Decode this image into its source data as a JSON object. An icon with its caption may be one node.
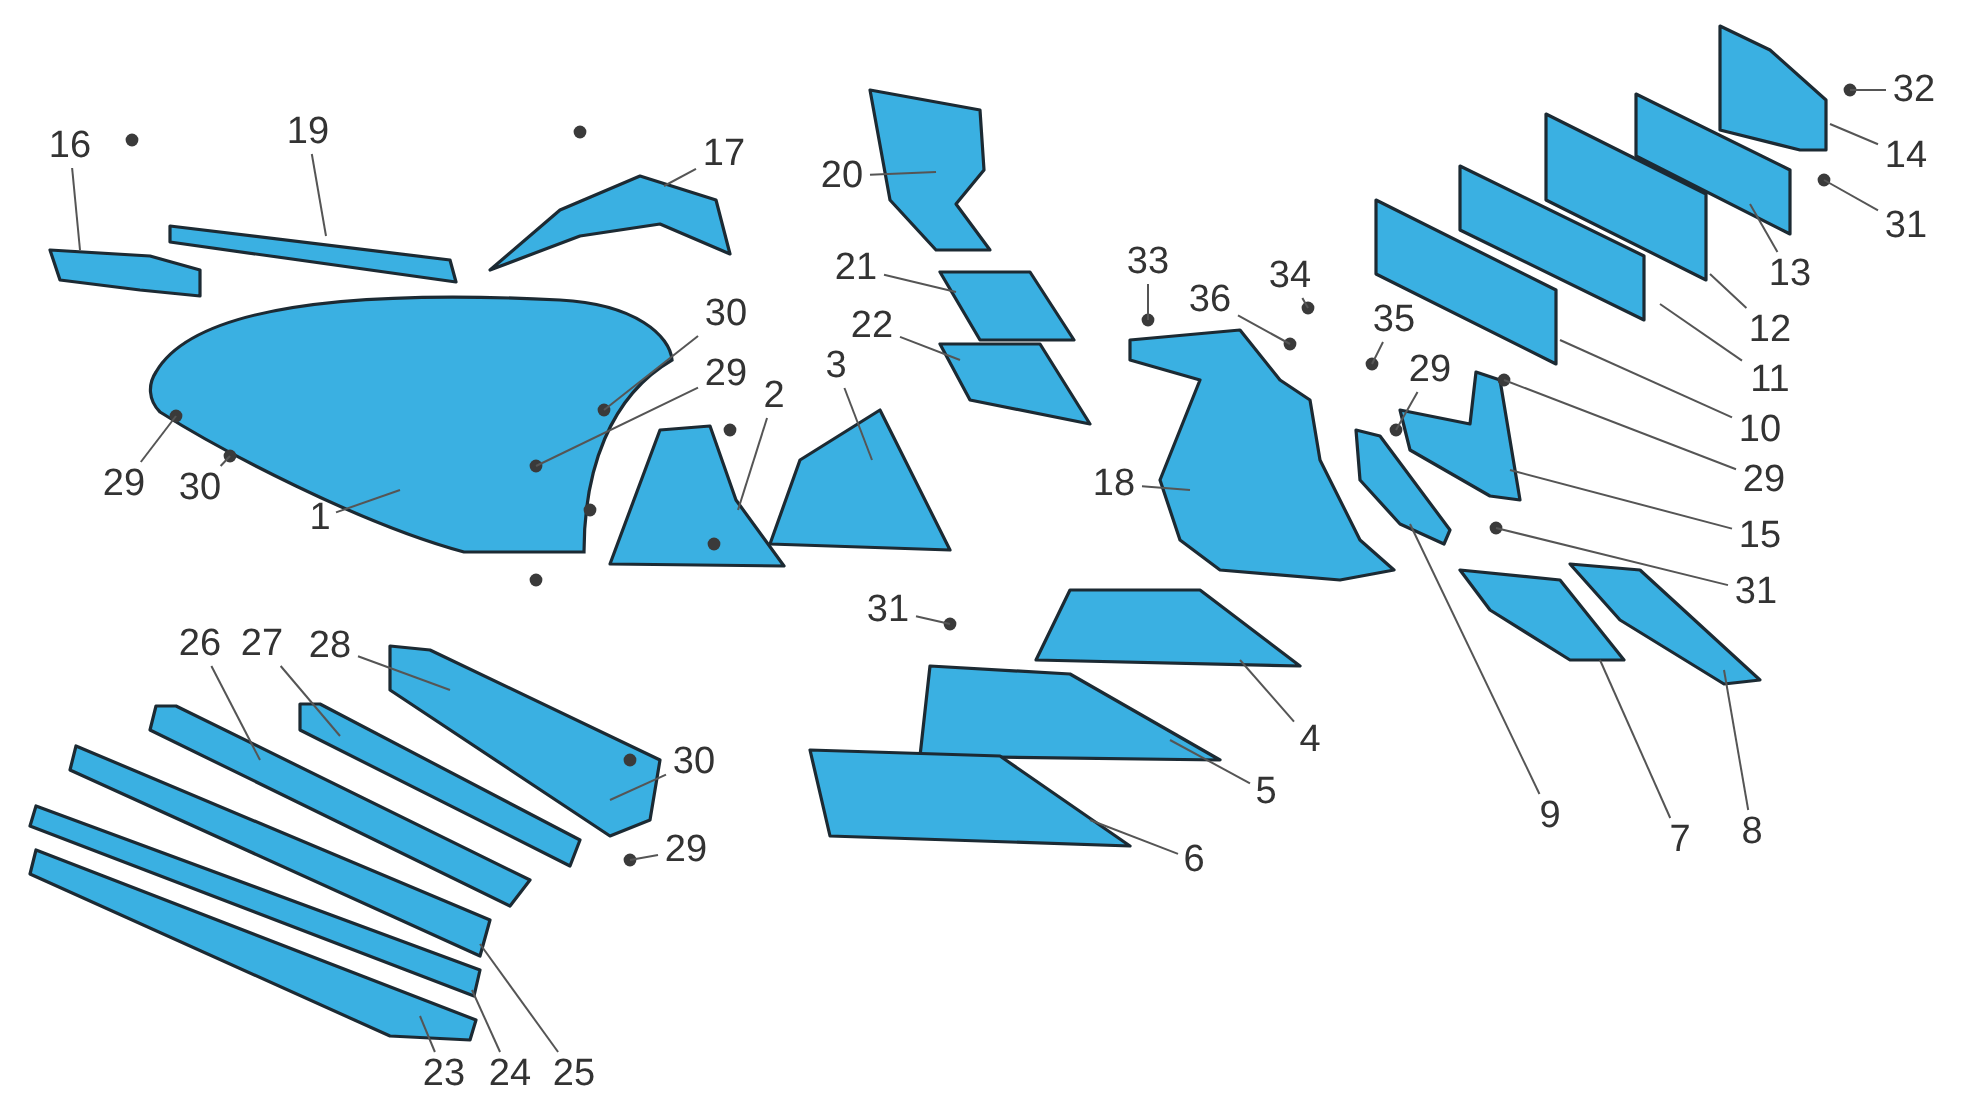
{
  "diagram": {
    "nodes": [
      {
        "text": [
          "32"
        ]
      },
      {
        "text": [
          "19"
        ]
      },
      {
        "text": [
          "16"
        ]
      },
      {
        "text": [
          "17"
        ]
      },
      {
        "text": [
          "14"
        ]
      },
      {
        "text": [
          "20"
        ]
      },
      {
        "text": [
          "31"
        ]
      },
      {
        "text": [
          "33"
        ]
      },
      {
        "text": [
          "21"
        ]
      },
      {
        "text": [
          "13"
        ]
      },
      {
        "text": [
          "34"
        ]
      },
      {
        "text": [
          "30"
        ]
      },
      {
        "text": [
          "36"
        ]
      },
      {
        "text": [
          "22"
        ]
      },
      {
        "text": [
          "35"
        ]
      },
      {
        "text": [
          "29"
        ]
      },
      {
        "text": [
          "12"
        ]
      },
      {
        "text": [
          "29"
        ]
      },
      {
        "text": [
          "3"
        ]
      },
      {
        "text": [
          "2"
        ]
      },
      {
        "text": [
          "11"
        ]
      },
      {
        "text": [
          "10"
        ]
      },
      {
        "text": [
          "29"
        ]
      },
      {
        "text": [
          "18"
        ]
      },
      {
        "text": [
          "29"
        ]
      },
      {
        "text": [
          "30"
        ]
      },
      {
        "text": [
          "1"
        ]
      },
      {
        "text": [
          "15"
        ]
      },
      {
        "text": [
          "31"
        ]
      },
      {
        "text": [
          "31"
        ]
      },
      {
        "text": [
          "28"
        ]
      },
      {
        "text": [
          "26"
        ]
      },
      {
        "text": [
          "27"
        ]
      },
      {
        "text": [
          "4"
        ]
      },
      {
        "text": [
          "30"
        ]
      },
      {
        "text": [
          "5"
        ]
      },
      {
        "text": [
          "29"
        ]
      },
      {
        "text": [
          "6"
        ]
      },
      {
        "text": [
          "9"
        ]
      },
      {
        "text": [
          "7"
        ]
      },
      {
        "text": [
          "8"
        ]
      },
      {
        "text": [
          "23"
        ]
      },
      {
        "text": [
          "24"
        ]
      },
      {
        "text": [
          "25"
        ]
      }
    ],
    "edges": [
      {
        "from": 0,
        "to": null,
        "arrow": "none"
      },
      {
        "from": 1,
        "to": null,
        "arrow": "none"
      },
      {
        "from": 2,
        "to": null,
        "arrow": "none"
      },
      {
        "from": 3,
        "to": null,
        "arrow": "none"
      },
      {
        "from": 4,
        "to": null,
        "arrow": "none"
      },
      {
        "from": 5,
        "to": null,
        "arrow": "none"
      },
      {
        "from": 6,
        "to": null,
        "arrow": "none"
      },
      {
        "from": 7,
        "to": null,
        "arrow": "none"
      },
      {
        "from": 8,
        "to": null,
        "arrow": "none"
      },
      {
        "from": 9,
        "to": null,
        "arrow": "none"
      },
      {
        "from": 10,
        "to": null,
        "arrow": "none"
      },
      {
        "from": 11,
        "to": null,
        "arrow": "none"
      },
      {
        "from": 12,
        "to": null,
        "arrow": "none"
      },
      {
        "from": 13,
        "to": null,
        "arrow": "none"
      },
      {
        "from": 14,
        "to": null,
        "arrow": "none"
      },
      {
        "from": 15,
        "to": null,
        "arrow": "none"
      },
      {
        "from": 16,
        "to": null,
        "arrow": "none"
      },
      {
        "from": 17,
        "to": null,
        "arrow": "none"
      },
      {
        "from": 18,
        "to": null,
        "arrow": "none"
      },
      {
        "from": 19,
        "to": null,
        "arrow": "none"
      },
      {
        "from": 20,
        "to": null,
        "arrow": "none"
      },
      {
        "from": 21,
        "to": null,
        "arrow": "none"
      },
      {
        "from": 22,
        "to": null,
        "arrow": "none"
      },
      {
        "from": 23,
        "to": null,
        "arrow": "none"
      },
      {
        "from": 24,
        "to": null,
        "arrow": "none"
      },
      {
        "from": 25,
        "to": null,
        "arrow": "none"
      },
      {
        "from": 26,
        "to": null,
        "arrow": "none"
      },
      {
        "from": 27,
        "to": null,
        "arrow": "none"
      },
      {
        "from": 28,
        "to": null,
        "arrow": "none"
      },
      {
        "from": 29,
        "to": null,
        "arrow": "none"
      },
      {
        "from": 30,
        "to": null,
        "arrow": "none"
      },
      {
        "from": 31,
        "to": null,
        "arrow": "none"
      },
      {
        "from": 32,
        "to": null,
        "arrow": "none"
      },
      {
        "from": 33,
        "to": null,
        "arrow": "none"
      },
      {
        "from": 34,
        "to": null,
        "arrow": "none"
      },
      {
        "from": 35,
        "to": null,
        "arrow": "none"
      },
      {
        "from": 36,
        "to": null,
        "arrow": "none"
      },
      {
        "from": 37,
        "to": null,
        "arrow": "none"
      },
      {
        "from": 38,
        "to": null,
        "arrow": "none"
      },
      {
        "from": 39,
        "to": null,
        "arrow": "none"
      },
      {
        "from": 40,
        "to": null,
        "arrow": "none"
      },
      {
        "from": 41,
        "to": null,
        "arrow": "none"
      },
      {
        "from": 42,
        "to": null,
        "arrow": "none"
      },
      {
        "from": 43,
        "to": null,
        "arrow": "none"
      }
    ]
  }
}
